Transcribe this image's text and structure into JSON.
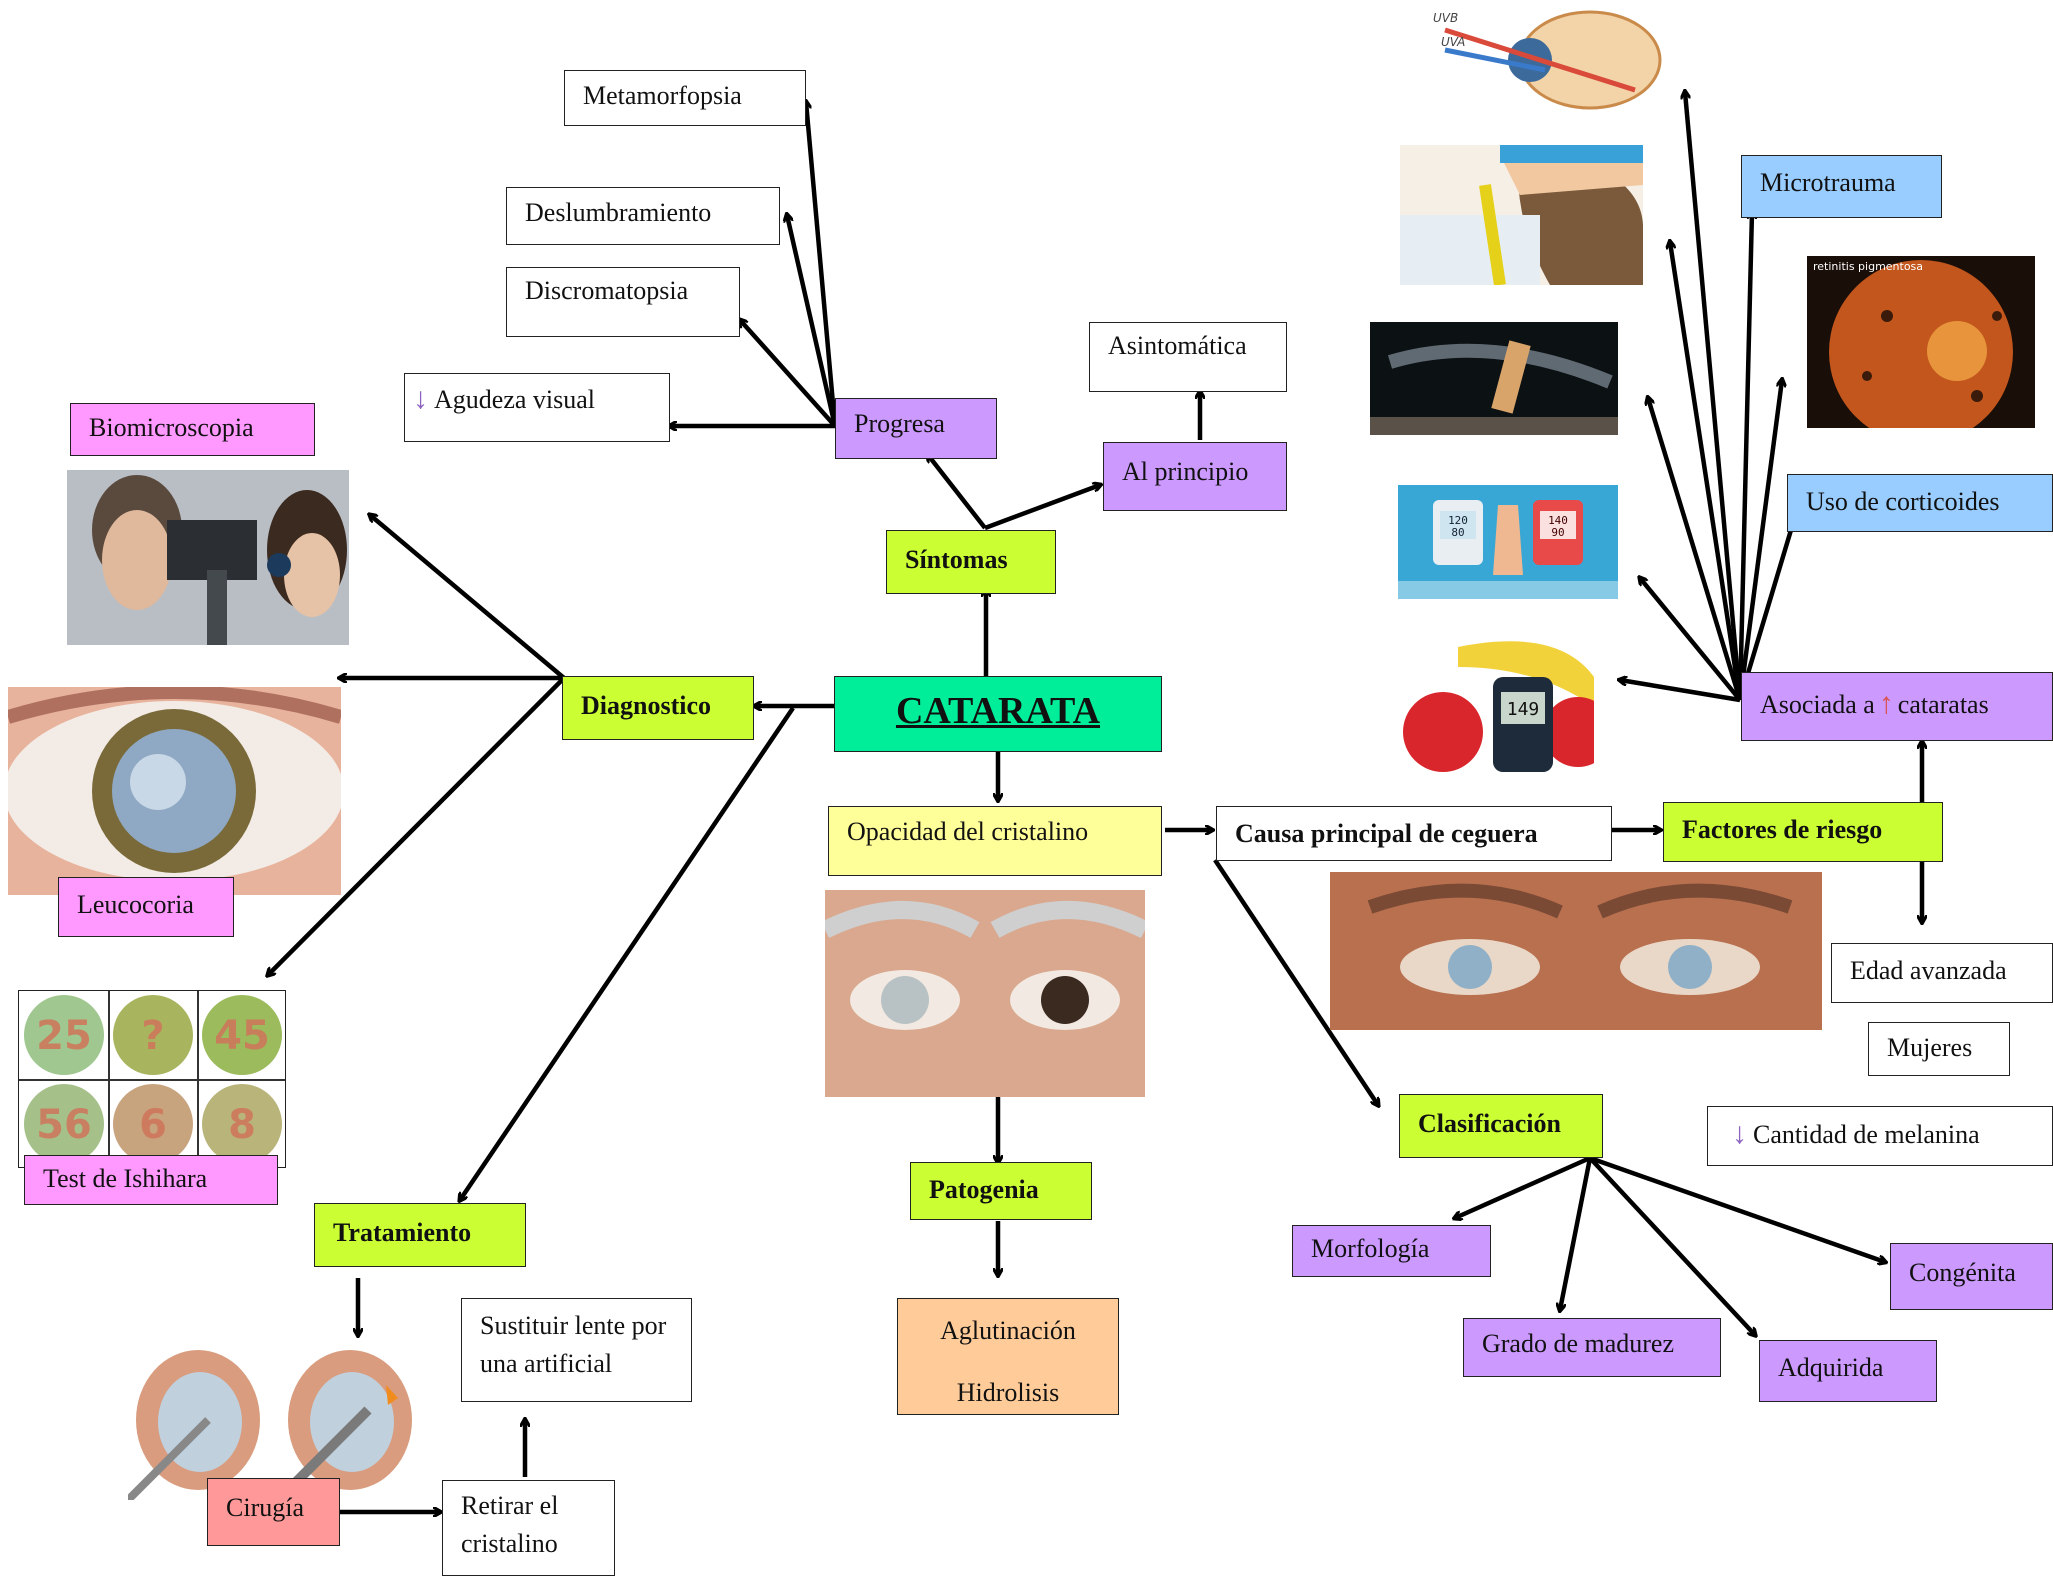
{
  "center": {
    "title": "CATARATA"
  },
  "branches": {
    "sintomas": "Síntomas",
    "diagnostico": "Diagnostico",
    "tratamiento": "Tratamiento",
    "patogenia": "Patogenia",
    "clasificacion": "Clasificación",
    "factores": "Factores de riesgo"
  },
  "nodes": {
    "opacidad": "Opacidad del cristalino",
    "causa": "Causa principal de ceguera",
    "progresa": "Progresa",
    "al_principio": "Al principio",
    "asintomatica": "Asintomática",
    "metamorfopsia": "Metamorfopsia",
    "deslumbramiento": "Deslumbramiento",
    "discromatopsia": "Discromatopsia",
    "agudeza": "Agudeza visual",
    "biomicroscopia": "Biomicroscopia",
    "leucocoria": "Leucocoria",
    "ishihara": "Test de Ishihara",
    "cirugia": "Cirugía",
    "retirar": "Retirar el cristalino",
    "sustituir": "Sustituir lente por una artificial",
    "aglutinacion": "Aglutinación",
    "hidrolisis": "Hidrolisis",
    "morfologia": "Morfología",
    "grado": "Grado de madurez",
    "adquirida": "Adquirida",
    "congenita": "Congénita",
    "edad": "Edad avanzada",
    "mujeres": "Mujeres",
    "melanina": "Cantidad de melanina",
    "microtrauma": "Microtrauma",
    "corticoides": "Uso de corticoides",
    "asociada_pre": "Asociada a",
    "asociada_post": "cataratas"
  },
  "image_labels": {
    "uvb": "UVB",
    "uva": "UVA",
    "retinitis": "retinitis pigmentosa",
    "bp_left_top": "120",
    "bp_left_bot": "80",
    "bp_right_top": "140",
    "bp_right_bot": "90",
    "glucose": "149",
    "ishihara_plates": [
      "25",
      "?",
      "45",
      "56",
      "6",
      "8"
    ]
  },
  "colors": {
    "center": "#00ee99",
    "branch": "#ccff33",
    "purple": "#cc99ff",
    "pink": "#ff99ff",
    "blue": "#99ccff",
    "yellow": "#ffff99",
    "orange": "#ffcc99",
    "salmon": "#ff9999"
  }
}
